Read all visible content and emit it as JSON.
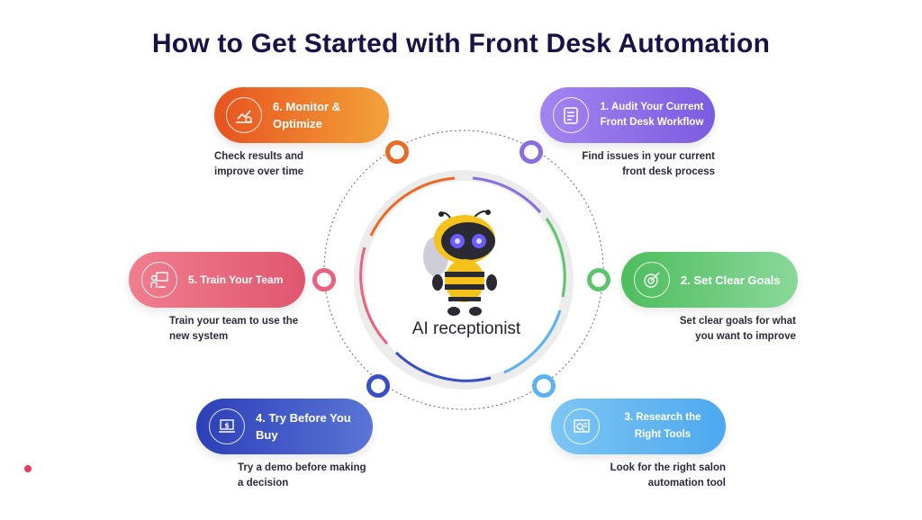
{
  "title": "How to Get Started with Front Desk Automation",
  "center": {
    "label": "AI receptionist",
    "image": "bee-robot-mascot"
  },
  "steps": [
    {
      "label": "1. Audit Your Current Front Desk Workflow",
      "desc_line1": "Find issues in your current",
      "desc_line2": "front desk process",
      "color": "#8a6ee0",
      "icon": "checklist-icon"
    },
    {
      "label": "2. Set Clear Goals",
      "desc_line1": "Set clear goals for what",
      "desc_line2": "you want to improve",
      "color": "#5cc56b",
      "icon": "target-icon"
    },
    {
      "label": "3. Research the Right Tools",
      "desc_line1": "Look for the right salon",
      "desc_line2": "automation tool",
      "color": "#5db3ef",
      "icon": "research-icon"
    },
    {
      "label": "4. Try Before You Buy",
      "desc_line1": "Try a demo before making",
      "desc_line2": "a decision",
      "color": "#3a4fc4",
      "icon": "laptop-dollar-icon"
    },
    {
      "label": "5. Train Your Team",
      "desc_line1": "Train your team to use the",
      "desc_line2": "new system",
      "color": "#e8637e",
      "icon": "presentation-icon"
    },
    {
      "label": "6. Monitor & Optimize",
      "desc_line1": "Check results and",
      "desc_line2": "improve over time",
      "color": "#ea6a24",
      "icon": "chart-gear-icon"
    }
  ]
}
